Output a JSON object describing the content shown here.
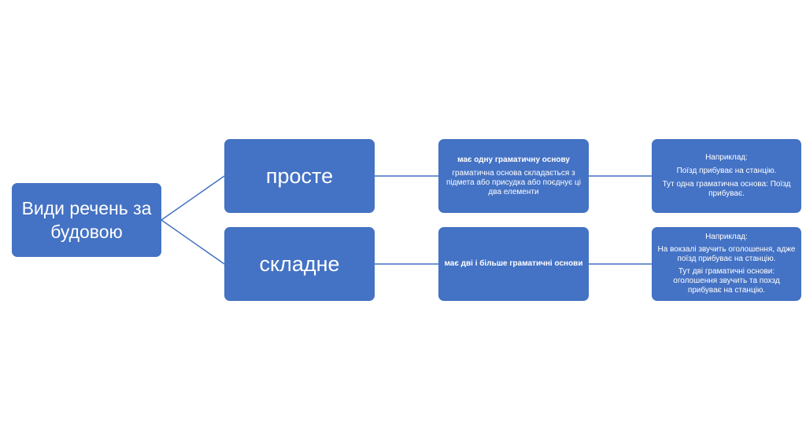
{
  "root": {
    "label": "Види речень за будовою"
  },
  "branches": [
    {
      "label": "просте",
      "description": {
        "title": "має одну граматичну основу",
        "text": "граматична основа складається з підмета або присудка або поєднує ці два елементи"
      },
      "example": {
        "heading": "Наприклад:",
        "sentence": "Поїзд прибуває на станцію.",
        "note": "Тут одна граматична основа: Поїзд прибуває."
      }
    },
    {
      "label": "складне",
      "description": {
        "title": "має дві і більше граматичні основи"
      },
      "example": {
        "heading": "Наприклад:",
        "sentence": "На вокзалі звучить оголошення, адже поїзд прибуває на станцію.",
        "note": "Тут дві граматичні основи: оголошення звучить та похзд прибуває на станцію."
      }
    }
  ],
  "colors": {
    "box": "#4472C4",
    "line": "#4472C4"
  }
}
